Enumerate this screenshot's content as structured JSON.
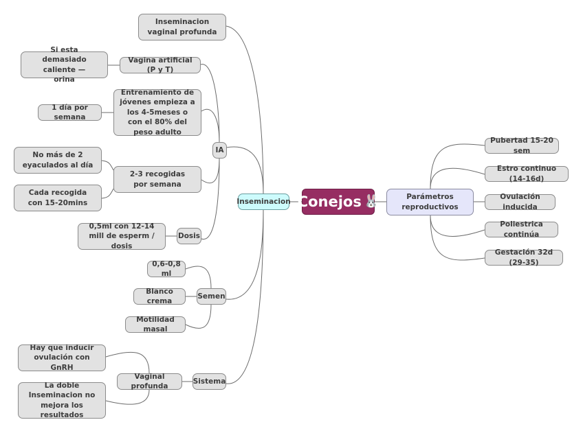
{
  "root": {
    "label": "Conejos",
    "icon": "rabbit-icon",
    "glyph": "🐰",
    "color": "#962d62"
  },
  "left_branch": {
    "label": "Inseminacion",
    "color": "#cdfbfc",
    "children": [
      {
        "label": "Inseminacion vaginal profunda"
      },
      {
        "label": "IA",
        "children": [
          {
            "label": "Vagina artificial (P y T)",
            "children": [
              {
                "label": "Si esta demasiado caliente — orina"
              }
            ]
          },
          {
            "label": "Entrenamiento de jóvenes empieza a los 4-5meses o con el 80% del peso adulto",
            "children": [
              {
                "label": "1 día por semana"
              }
            ]
          },
          {
            "label": "2-3 recogidas por semana",
            "children": [
              {
                "label": "No más de 2 eyaculados al día"
              },
              {
                "label": "Cada recogida con 15-20mins"
              }
            ]
          },
          {
            "label": "Dosis",
            "children": [
              {
                "label": "0,5ml con 12-14 mill de esperm / dosis"
              }
            ]
          }
        ]
      },
      {
        "label": "Semen",
        "children": [
          {
            "label": "0,6-0,8 ml"
          },
          {
            "label": "Blanco crema"
          },
          {
            "label": "Motilidad masal"
          }
        ]
      },
      {
        "label": "Sistema",
        "children": [
          {
            "label": "Vaginal profunda",
            "children": [
              {
                "label": "Hay que inducir ovulación con GnRH"
              },
              {
                "label": "La doble Inseminacion no mejora los resultados"
              }
            ]
          }
        ]
      }
    ]
  },
  "right_branch": {
    "label": "Parámetros reproductivos",
    "color": "#e5e6fa",
    "children": [
      {
        "label": "Pubertad 15-20 sem"
      },
      {
        "label": "Estro continuo (14-16d)"
      },
      {
        "label": "Ovulación inducida"
      },
      {
        "label": "Poliestrica continúa"
      },
      {
        "label": "Gestación 32d (29-35)"
      }
    ]
  }
}
